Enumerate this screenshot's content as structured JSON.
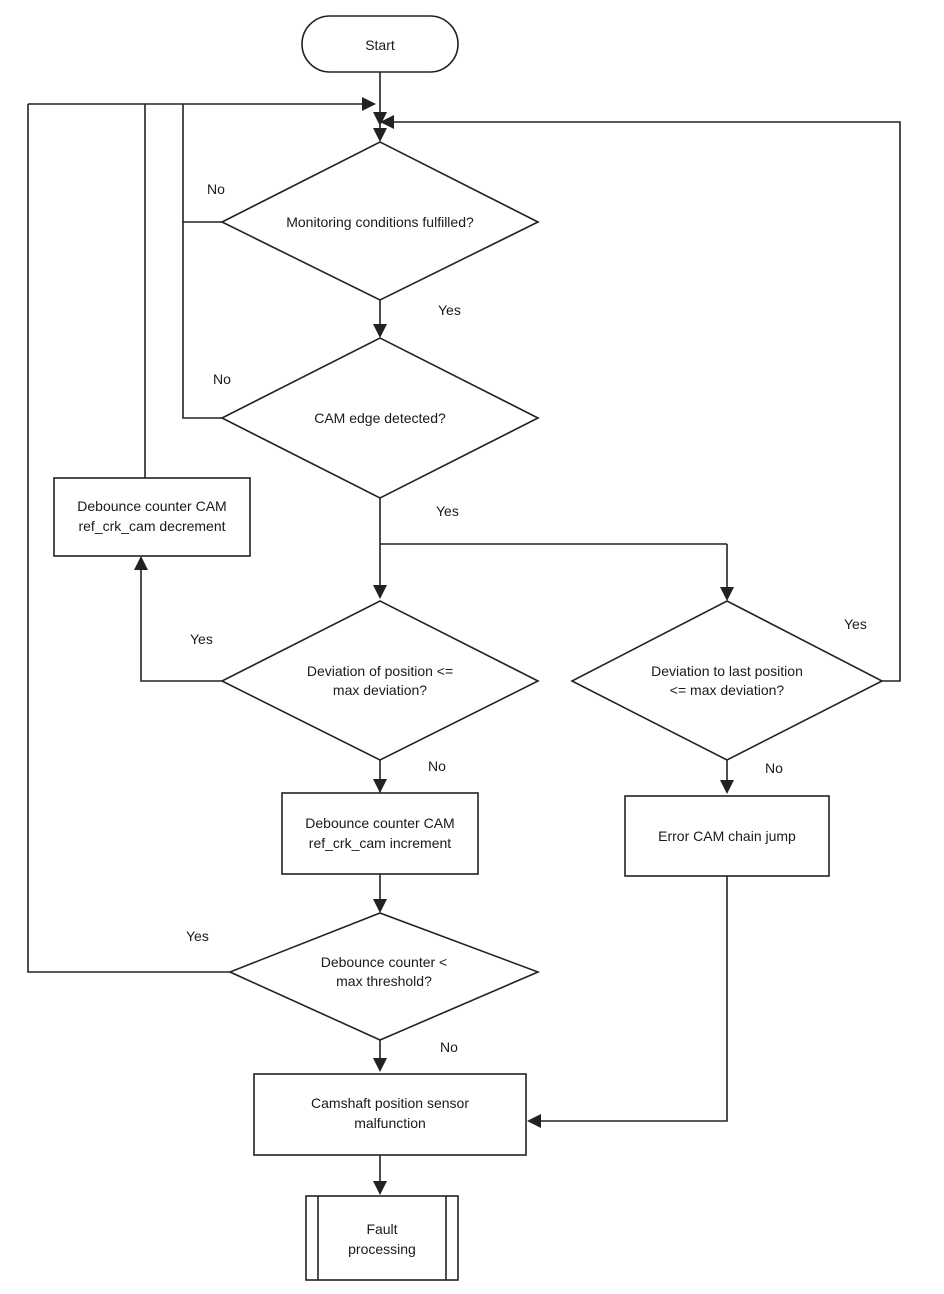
{
  "nodes": {
    "start": [
      "Start"
    ],
    "monitoring": [
      "Monitoring conditions fulfilled?"
    ],
    "cam_edge": [
      "CAM edge detected?"
    ],
    "deviation_position": [
      "Deviation of position <=",
      "max deviation?"
    ],
    "deviation_last": [
      "Deviation to last position",
      "<= max deviation?"
    ],
    "debounce_decrement": [
      "Debounce counter CAM",
      "ref_crk_cam decrement"
    ],
    "debounce_increment": [
      "Debounce counter CAM",
      "ref_crk_cam increment"
    ],
    "error_chain_jump": [
      "Error CAM chain jump"
    ],
    "debounce_check": [
      "Debounce counter <",
      "max threshold?"
    ],
    "malfunction": [
      "Camshaft position sensor",
      "malfunction"
    ],
    "fault_processing": [
      "Fault",
      "processing"
    ]
  },
  "labels": {
    "no_monitoring": "No",
    "yes_monitoring": "Yes",
    "no_cam_edge": "No",
    "yes_cam_edge": "Yes",
    "yes_deviation_position": "Yes",
    "no_deviation_position": "No",
    "yes_deviation_last": "Yes",
    "no_deviation_last": "No",
    "yes_debounce_check": "Yes",
    "no_debounce_check": "No"
  }
}
